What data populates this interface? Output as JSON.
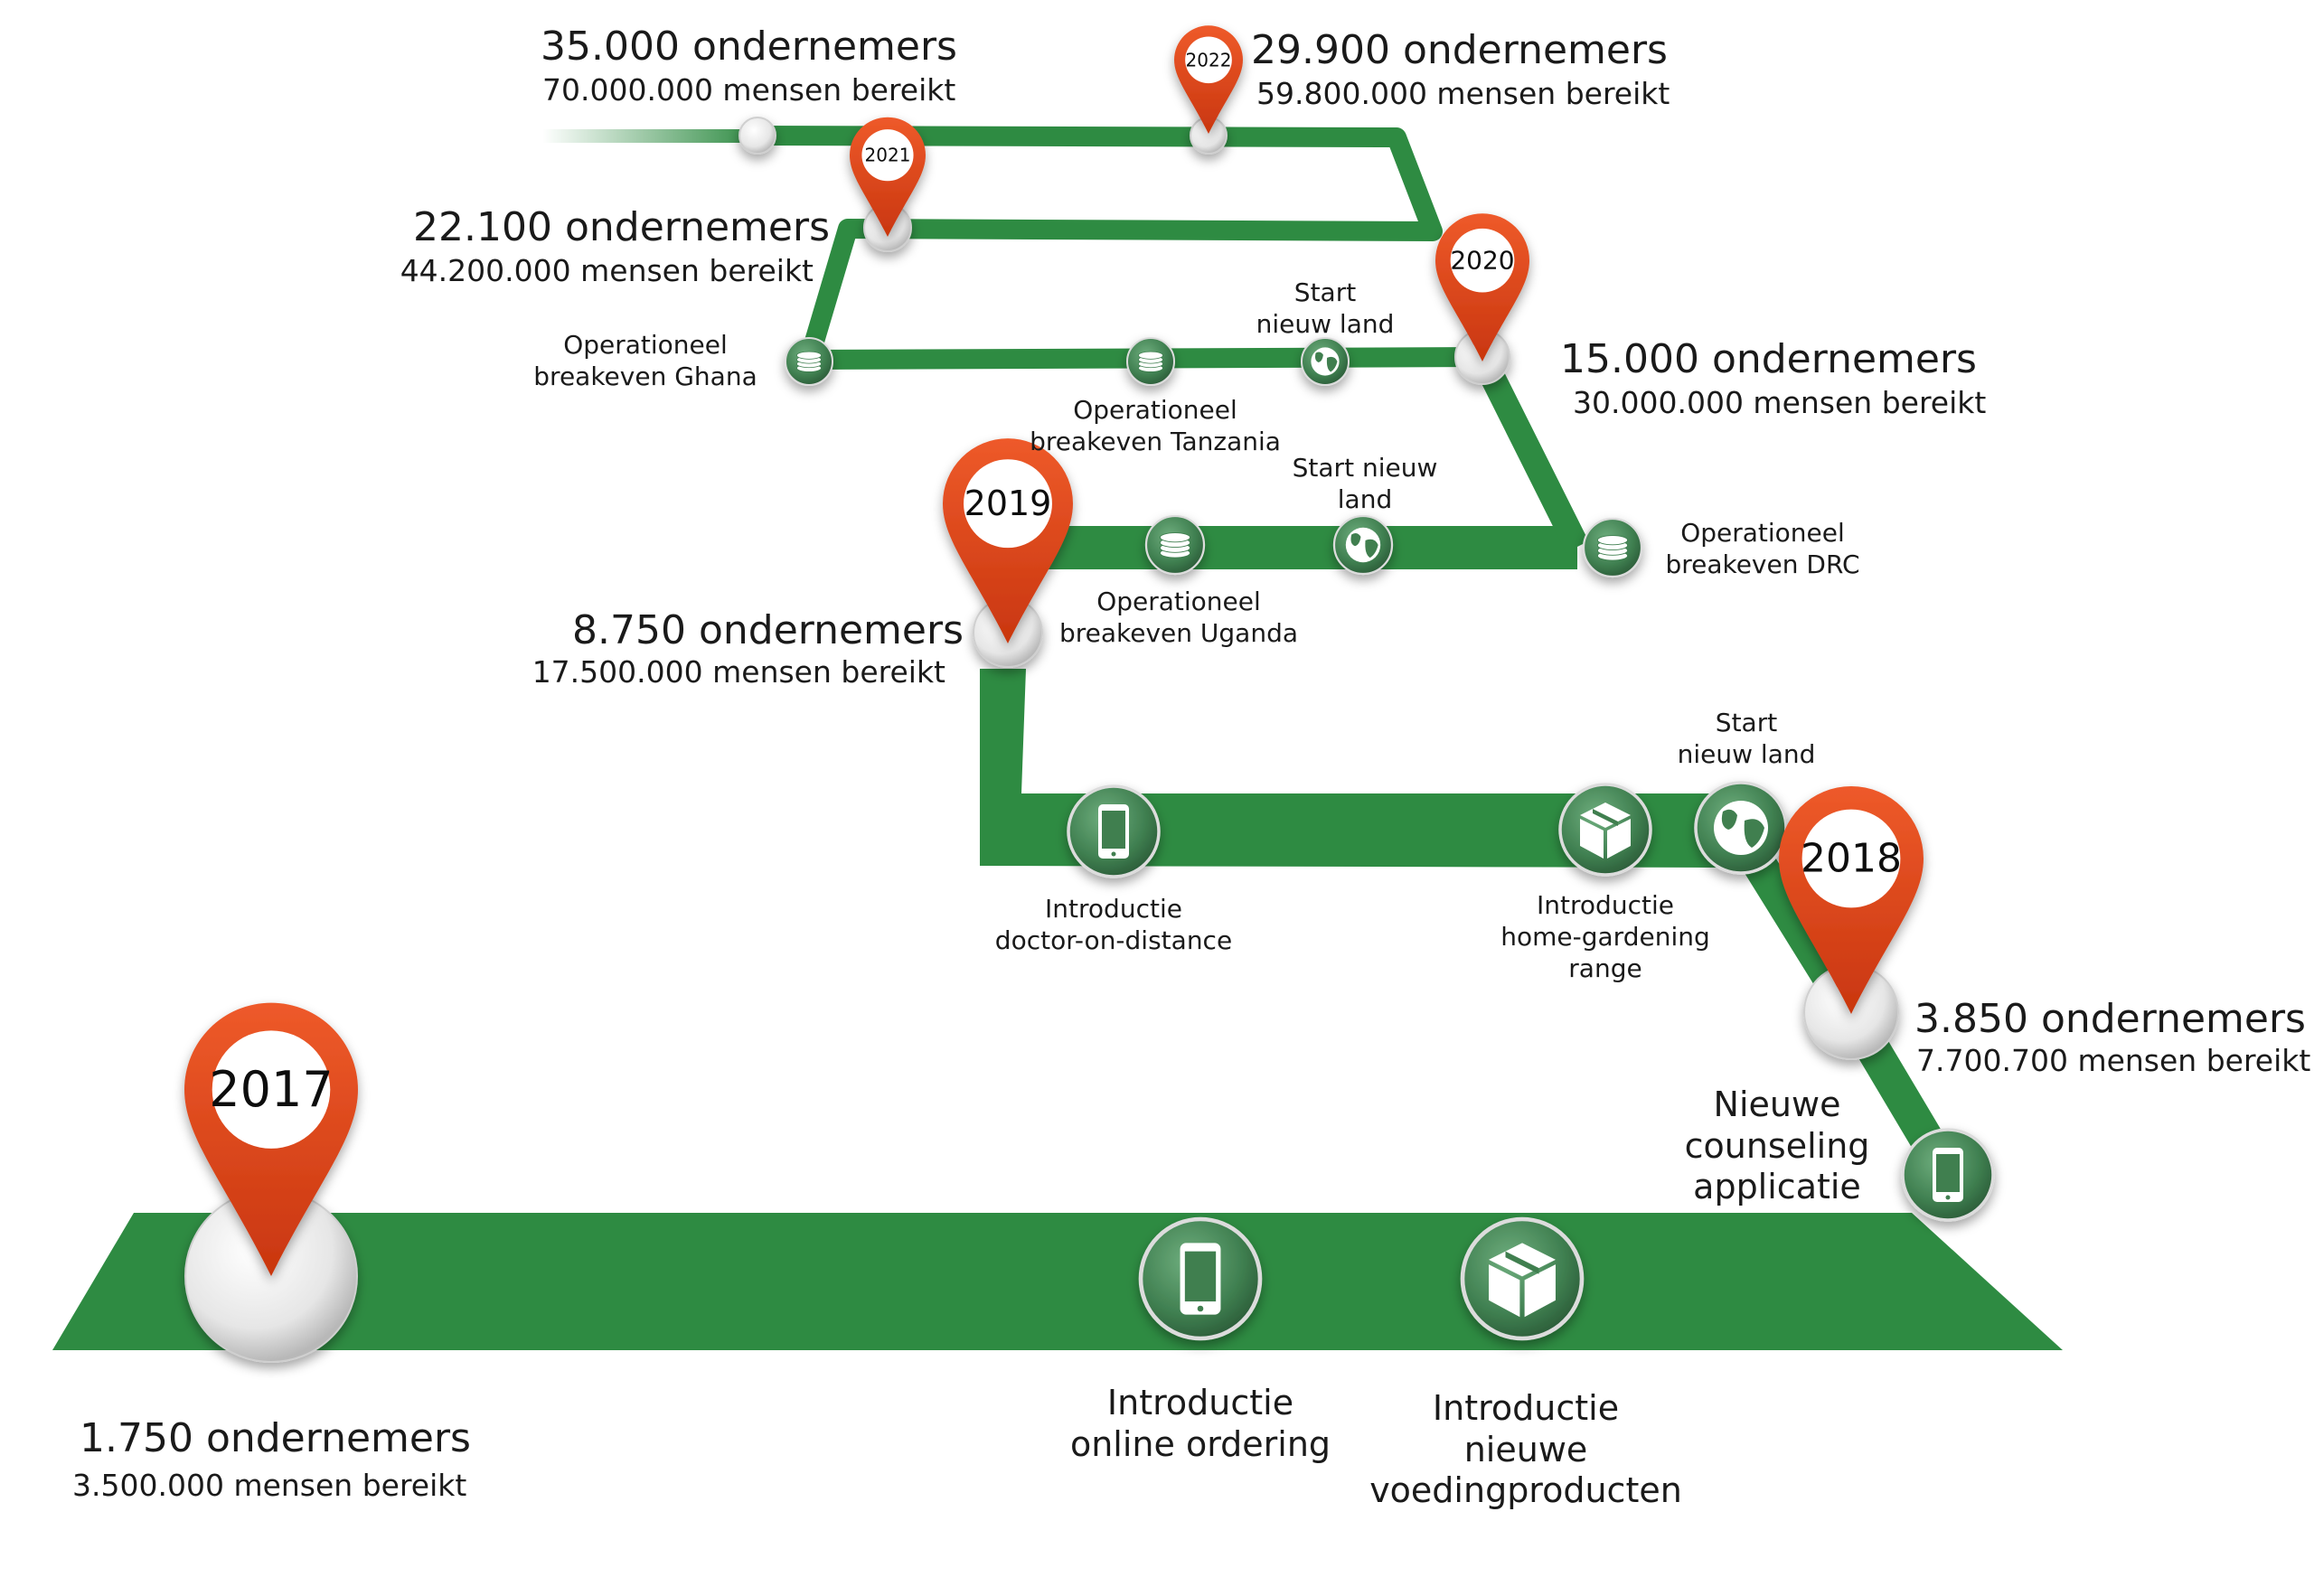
{
  "colors": {
    "track": "#2e8b42",
    "pin": "#d8401c",
    "node_icon": "#3f8a55"
  },
  "milestones": [
    {
      "year": "2017",
      "entrepreneurs": "1.750 ondernemers",
      "reached": "3.500.000 mensen bereikt"
    },
    {
      "year": "2018",
      "entrepreneurs": "3.850 ondernemers",
      "reached": "7.700.700 mensen bereikt"
    },
    {
      "year": "2019",
      "entrepreneurs": "8.750 ondernemers",
      "reached": "17.500.000 mensen bereikt"
    },
    {
      "year": "2020",
      "entrepreneurs": "15.000 ondernemers",
      "reached": "30.000.000 mensen bereikt"
    },
    {
      "year": "2021",
      "entrepreneurs": "22.100 ondernemers",
      "reached": "44.200.000 mensen bereikt"
    },
    {
      "year": "2022",
      "entrepreneurs": "29.900 ondernemers",
      "reached": "59.800.000 mensen bereikt"
    },
    {
      "year": "",
      "entrepreneurs": "35.000 ondernemers",
      "reached": "70.000.000 mensen bereikt"
    }
  ],
  "events": {
    "online_ordering": {
      "line1": "Introductie",
      "line2": "online ordering",
      "icon": "phone-icon"
    },
    "food_products": {
      "line1": "Introductie",
      "line2": "nieuwe",
      "line3": "voedingproducten",
      "icon": "box-icon"
    },
    "counseling_app": {
      "line1": "Nieuwe",
      "line2": "counseling",
      "line3": "applicatie",
      "icon": "phone-icon"
    },
    "doctor_distance": {
      "line1": "Introductie",
      "line2": "doctor-on-distance",
      "icon": "phone-icon"
    },
    "home_gardening": {
      "line1": "Introductie",
      "line2": "home-gardening",
      "line3": "range",
      "icon": "box-icon"
    },
    "new_country_2018": {
      "line1": "Start",
      "line2": "nieuw land",
      "icon": "globe-icon"
    },
    "breakeven_uganda": {
      "line1": "Operationeel",
      "line2": "breakeven Uganda",
      "icon": "coins-icon"
    },
    "new_country_2019": {
      "line1": "Start nieuw",
      "line2": "land",
      "icon": "globe-icon"
    },
    "breakeven_drc": {
      "line1": "Operationeel",
      "line2": "breakeven DRC",
      "icon": "coins-icon"
    },
    "breakeven_tanzania": {
      "line1": "Operationeel",
      "line2": "breakeven Tanzania",
      "icon": "coins-icon"
    },
    "new_country_2020": {
      "line1": "Start",
      "line2": "nieuw land",
      "icon": "globe-icon"
    },
    "breakeven_ghana": {
      "line1": "Operationeel",
      "line2": "breakeven Ghana",
      "icon": "coins-icon"
    }
  }
}
